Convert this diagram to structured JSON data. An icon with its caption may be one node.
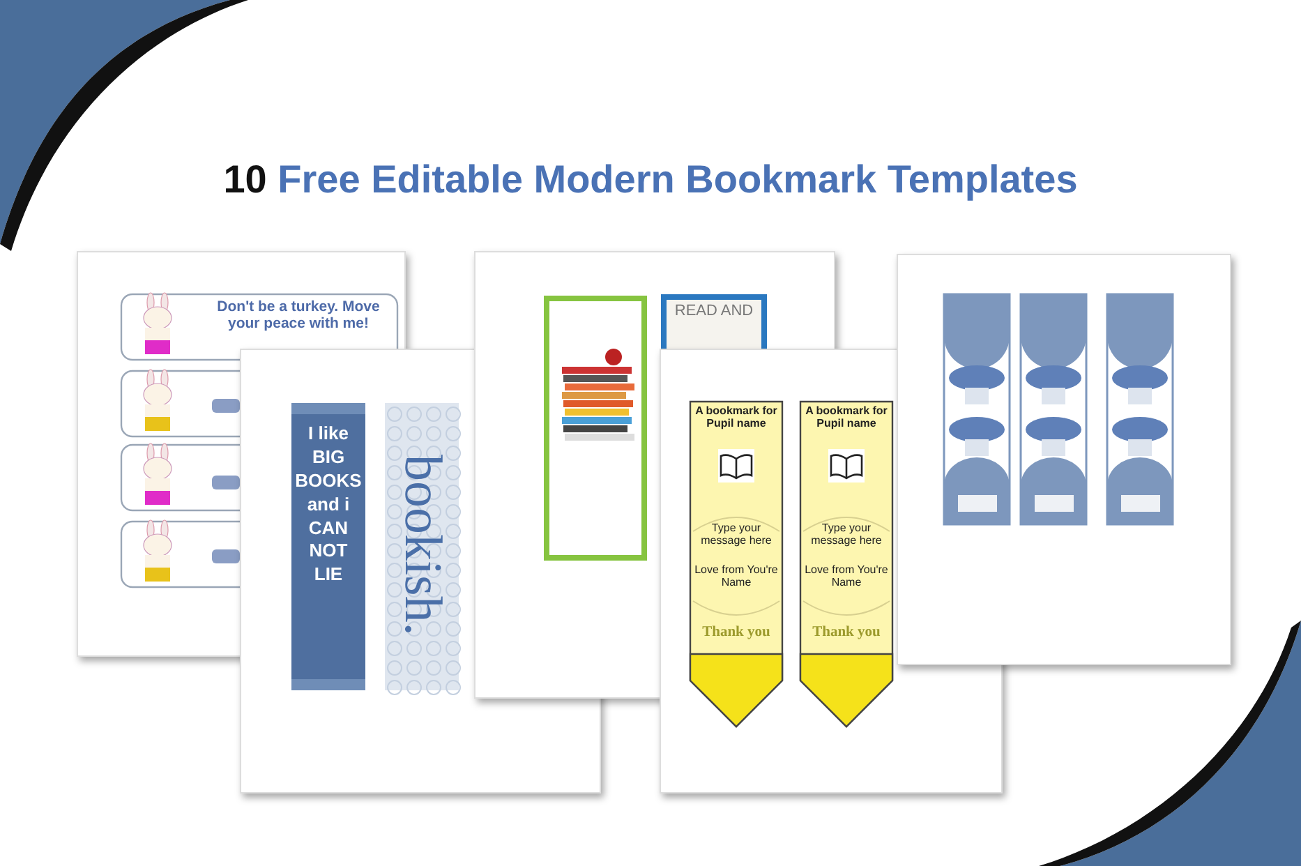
{
  "diagram": {
    "title": "10 Free Editable Modern Bookmark Templates",
    "labels": [
      "Don't be a turkey. Move your peace with me!",
      "I like BIG BOOKS and i CAN NOT LIE",
      "bookish.",
      "READ AND",
      "A bookmark for Pupil name",
      "A bookmark for Pupil name",
      "Type your message here",
      "Type your message here",
      "Love from You're Name",
      "Love from You're Name",
      "Thank you",
      "Thank you"
    ]
  }
}
